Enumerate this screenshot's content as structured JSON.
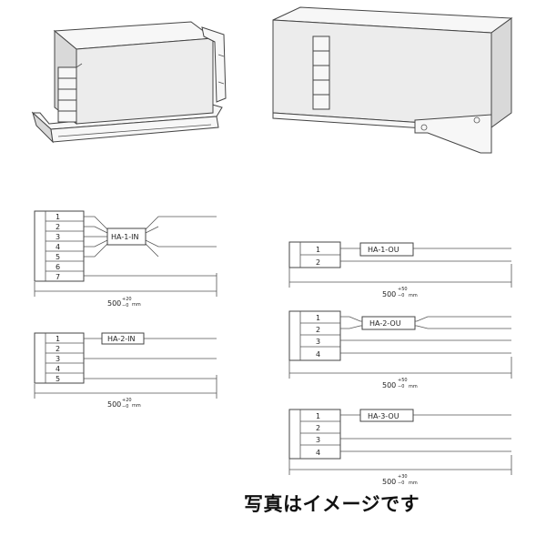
{
  "caption": "写真はイメージです",
  "harnesses": {
    "ha1in": {
      "label": "HA-1-IN",
      "pins": [
        "1",
        "2",
        "3",
        "4",
        "5",
        "6",
        "7"
      ],
      "length": "500",
      "tol_plus": "+20",
      "tol_minus": "−0",
      "unit": "mm"
    },
    "ha2in": {
      "label": "HA-2-IN",
      "pins": [
        "1",
        "2",
        "3",
        "4",
        "5"
      ],
      "length": "500",
      "tol_plus": "+20",
      "tol_minus": "−0",
      "unit": "mm"
    },
    "ha1ou": {
      "label": "HA-1-OU",
      "pins": [
        "1",
        "2"
      ],
      "length": "500",
      "tol_plus": "+50",
      "tol_minus": "−0",
      "unit": "mm"
    },
    "ha2ou": {
      "label": "HA-2-OU",
      "pins": [
        "1",
        "2",
        "3",
        "4"
      ],
      "length": "500",
      "tol_plus": "+50",
      "tol_minus": "−0",
      "unit": "mm"
    },
    "ha3ou": {
      "label": "HA-3-OU",
      "pins": [
        "1",
        "2",
        "3",
        "4"
      ],
      "length": "500",
      "tol_plus": "+30",
      "tol_minus": "−0",
      "unit": "mm"
    }
  }
}
